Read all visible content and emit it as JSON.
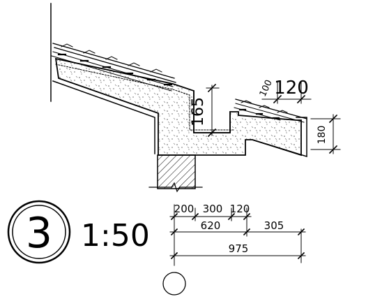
{
  "detail": {
    "number": "3",
    "scale": "1:50"
  },
  "dimensions": {
    "segments_top": [
      "200",
      "300",
      "120"
    ],
    "segments_mid": [
      "620",
      "305"
    ],
    "overall": "975",
    "gutter_width": "120",
    "gutter_offset": "100",
    "upstand_height": "165",
    "eave_height": "180"
  },
  "colors": {
    "line": "#000000",
    "hatch": "#000000",
    "concrete_dots": "#555555"
  }
}
